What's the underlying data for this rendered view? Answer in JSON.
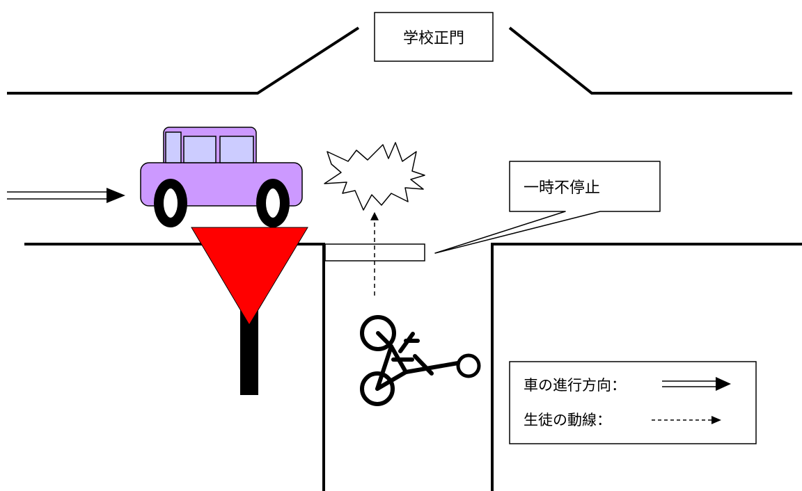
{
  "labels": {
    "gate": "学校正門",
    "callout": "一時不停止",
    "legend_car": "車の進行方向：",
    "legend_student": "生徒の動線："
  },
  "icons": {
    "car": "car-icon",
    "bicycle": "bicycle-icon",
    "stop_sign": "stop-sign-icon",
    "collision": "collision-burst-icon"
  },
  "colors": {
    "car_body": "#cc99ff",
    "car_window": "#ccccff",
    "stop_sign": "#ff0000",
    "line": "#000000"
  }
}
